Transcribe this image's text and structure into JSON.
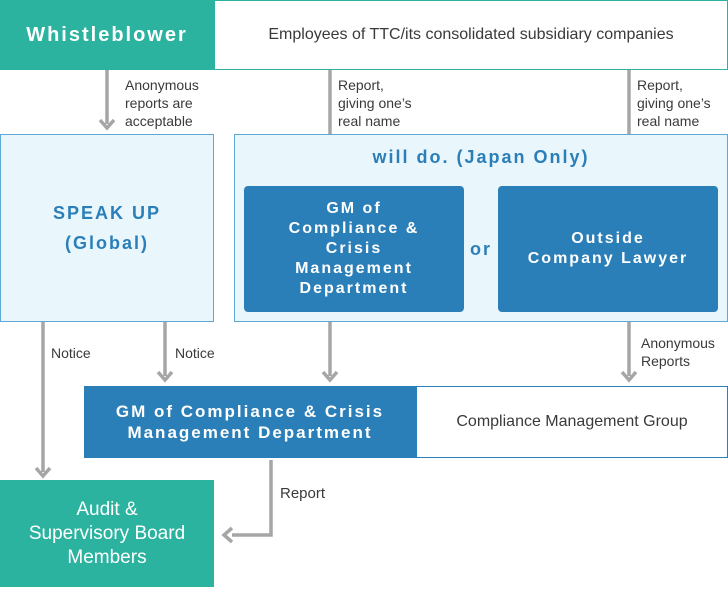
{
  "whistleblower": {
    "label": "Whistleblower",
    "description": "Employees of TTC/its consolidated subsidiary companies"
  },
  "anonymous_note": "Anonymous\nreports are\nacceptable",
  "real_name_note_1": "Report,\ngiving one’s\nreal name",
  "real_name_note_2": "Report,\ngiving one’s\nreal name",
  "speak_up": {
    "line1": "SPEAK UP",
    "line2": "(Global)"
  },
  "japan_panel": {
    "title": "will do. (Japan Only)",
    "gm_box": "GM of\nCompliance &\nCrisis\nManagement\nDepartment",
    "or": "or",
    "lawyer_box": "Outside\nCompany Lawyer"
  },
  "notice_1": "Notice",
  "notice_2": "Notice",
  "anonymous_reports": "Anonymous\nReports",
  "gm_bottom": "GM of Compliance & Crisis\nManagement Department",
  "compliance_group": "Compliance Management Group",
  "report_label": "Report",
  "audit_box": "Audit &\nSupervisory Board\nMembers",
  "colors": {
    "teal": "#2bb3a0",
    "blue": "#2b7fb8",
    "light_blue": "#e9f6fc",
    "arrow_gray": "#a6a6a6"
  }
}
